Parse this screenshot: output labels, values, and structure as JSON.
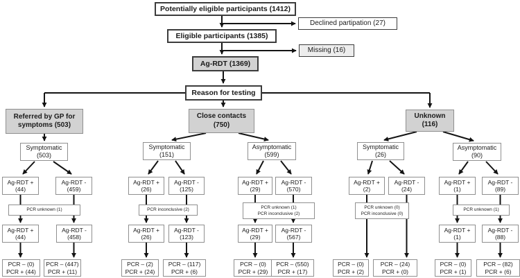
{
  "nodes": {
    "potential": "Potentially eligible participants (1412)",
    "declined": "Declined partipation (27)",
    "eligible": "Eligible participants (1385)",
    "missing": "Missing (16)",
    "agrdt": "Ag-RDT (1369)",
    "reason": "Reason for testing",
    "bgp": {
      "l1": "Referred by GP for",
      "l2": "symptoms (503)"
    },
    "bcc": {
      "l1": "Close contacts",
      "l2": "(750)"
    },
    "bunk": {
      "l1": "Unknown",
      "l2": "(116)"
    },
    "s1": {
      "l1": "Symptomatic",
      "l2": "(503)"
    },
    "s2": {
      "l1": "Symptomatic",
      "l2": "(151)"
    },
    "s3": {
      "l1": "Asymptomatic",
      "l2": "(599)"
    },
    "s4": {
      "l1": "Symptomatic",
      "l2": "(26)"
    },
    "s5": {
      "l1": "Asymptomatic",
      "l2": "(90)"
    },
    "c1a": {
      "l1": "Ag-RDT +",
      "l2": "(44)"
    },
    "c1b": {
      "l1": "Ag-RDT -",
      "l2": "(459)"
    },
    "c2a": {
      "l1": "Ag-RDT +",
      "l2": "(26)"
    },
    "c2b": {
      "l1": "Ag-RDT -",
      "l2": "(125)"
    },
    "c3a": {
      "l1": "Ag-RDT +",
      "l2": "(29)"
    },
    "c3b": {
      "l1": "Ag-RDT -",
      "l2": "(570)"
    },
    "c4a": {
      "l1": "Ag-RDT +",
      "l2": "(2)"
    },
    "c4b": {
      "l1": "Ag-RDT -",
      "l2": "(24)"
    },
    "c5a": {
      "l1": "Ag-RDT +",
      "l2": "(1)"
    },
    "c5b": {
      "l1": "Ag-RDT -",
      "l2": "(89)"
    },
    "n1": "PCR unknown (1)",
    "n2": "PCR inconclusive (2)",
    "n3": {
      "l1": "PCR unknown (1)",
      "l2": "PCR inconclusive (2)"
    },
    "n4": {
      "l1": "PCR unknown (0)",
      "l2": "PCR inconclusive (0)"
    },
    "n5": "PCR unknown (1)",
    "d1a": {
      "l1": "Ag-RDT +",
      "l2": "(44)"
    },
    "d1b": {
      "l1": "Ag-RDT -",
      "l2": "(458)"
    },
    "d2a": {
      "l1": "Ag-RDT +",
      "l2": "(26)"
    },
    "d2b": {
      "l1": "Ag-RDT -",
      "l2": "(123)"
    },
    "d3a": {
      "l1": "Ag-RDT +",
      "l2": "(29)"
    },
    "d3b": {
      "l1": "Ag-RDT -",
      "l2": "(567)"
    },
    "d5a": {
      "l1": "Ag-RDT +",
      "l2": "(1)"
    },
    "d5b": {
      "l1": "Ag-RDT -",
      "l2": "(88)"
    },
    "f1a": {
      "l1": "PCR – (0)",
      "l2": "PCR + (44)"
    },
    "f1b": {
      "l1": "PCR – (447)",
      "l2": "PCR + (11)"
    },
    "f2a": {
      "l1": "PCR – (2)",
      "l2": "PCR + (24)"
    },
    "f2b": {
      "l1": "PCR – (117)",
      "l2": "PCR + (6)"
    },
    "f3a": {
      "l1": "PCR – (0)",
      "l2": "PCR + (29)"
    },
    "f3b": {
      "l1": "PCR – (550)",
      "l2": "PCR + (17)"
    },
    "f4a": {
      "l1": "PCR – (0)",
      "l2": "PCR + (2)"
    },
    "f4b": {
      "l1": "PCR – (24)",
      "l2": "PCR + (0)"
    },
    "f5a": {
      "l1": "PCR – (0)",
      "l2": "PCR + (1)"
    },
    "f5b": {
      "l1": "PCR – (82)",
      "l2": "PCR + (6)"
    }
  },
  "colors": {
    "highlight_fill": "#d2d2d2",
    "node_fill": "#ffffff",
    "line": "#141414"
  }
}
